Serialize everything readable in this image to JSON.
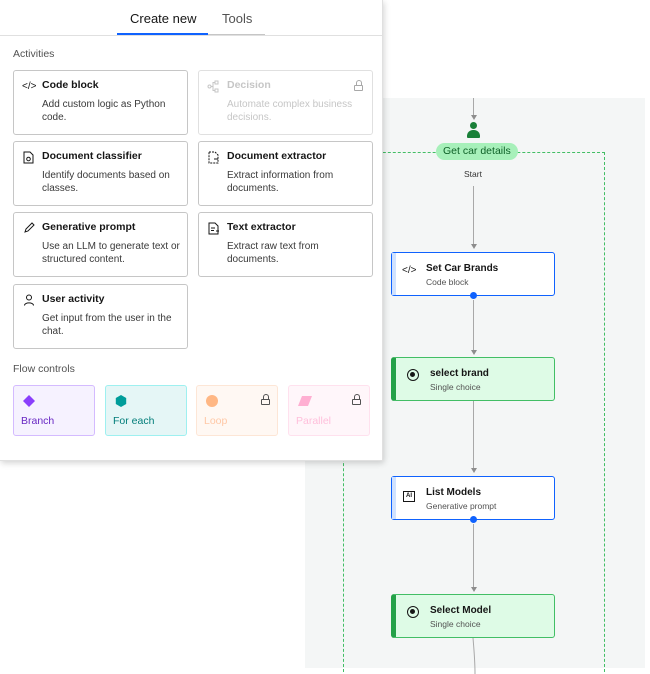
{
  "panel": {
    "tabs": [
      {
        "label": "Create new",
        "active": true
      },
      {
        "label": "Tools",
        "active": false
      }
    ],
    "activities_title": "Activities",
    "activities": [
      {
        "title": "Code block",
        "description": "Add custom logic as Python code.",
        "icon": "code-icon",
        "locked": false
      },
      {
        "title": "Decision",
        "description": "Automate complex business decisions.",
        "icon": "decision-icon",
        "locked": true
      },
      {
        "title": "Document classifier",
        "description": "Identify documents based on classes.",
        "icon": "document-classifier-icon",
        "locked": false
      },
      {
        "title": "Document extractor",
        "description": "Extract information from documents.",
        "icon": "document-extractor-icon",
        "locked": false
      },
      {
        "title": "Generative prompt",
        "description": "Use an LLM to generate text or structured content.",
        "icon": "pen-icon",
        "locked": false
      },
      {
        "title": "Text extractor",
        "description": "Extract raw text from documents.",
        "icon": "text-extractor-icon",
        "locked": false
      },
      {
        "title": "User activity",
        "description": "Get input from the user in the chat.",
        "icon": "user-icon",
        "locked": false
      }
    ],
    "flow_controls_title": "Flow controls",
    "flow_controls": [
      {
        "label": "Branch",
        "locked": false,
        "color": "#8a3ffc",
        "bg": "#f6f2ff",
        "border": "#d4bbff"
      },
      {
        "label": "For each",
        "locked": false,
        "color": "#009d9a",
        "bg": "#e5f6f6",
        "border": "#9ef0f0"
      },
      {
        "label": "Loop",
        "locked": true,
        "color": "#ffb784",
        "bg": "#fff8f3",
        "border": "#fde6d6"
      },
      {
        "label": "Parallel",
        "locked": true,
        "color": "#ffafd2",
        "bg": "#fff6fa",
        "border": "#ffe1ee"
      }
    ]
  },
  "canvas": {
    "group_label": "Get car details",
    "start_label": "Start",
    "nodes": [
      {
        "title": "Set Car Brands",
        "subtitle": "Code block",
        "kind": "code",
        "icon": "code-icon"
      },
      {
        "title": "select brand",
        "subtitle": "Single choice",
        "kind": "choice",
        "icon": "radio-icon"
      },
      {
        "title": "List Models",
        "subtitle": "Generative prompt",
        "kind": "ai",
        "icon": "ai-icon"
      },
      {
        "title": "Select Model",
        "subtitle": "Single choice",
        "kind": "choice",
        "icon": "radio-icon"
      }
    ]
  }
}
